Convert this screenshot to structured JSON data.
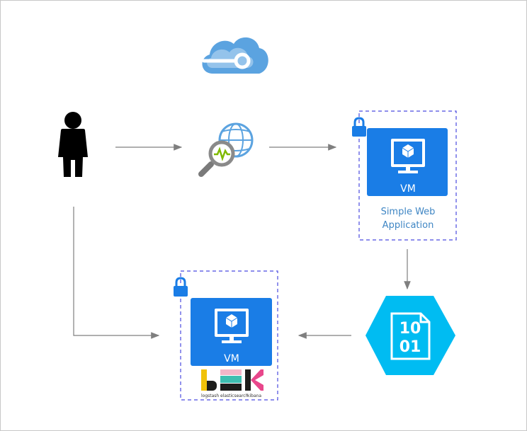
{
  "nodes": {
    "vm_web": {
      "badge": "VM",
      "caption_line1": "Simple Web",
      "caption_line2": "Application"
    },
    "vm_elk": {
      "badge": "VM"
    },
    "storage": {
      "line1": "10",
      "line2": "01"
    },
    "elk_logo": {
      "sub1": "logstash",
      "sub2": "elasticsearch",
      "sub3": "kibana"
    }
  },
  "colors": {
    "azure_blue": "#1a7de6",
    "cloud_blue": "#5ba3e0",
    "storage_cyan": "#00bcf2",
    "arrow_gray": "#7f7f7f",
    "dash_blue": "#4a4ae0"
  },
  "icons": [
    "azure-cloud-icon",
    "user-icon",
    "traffic-manager-icon",
    "lock-icon",
    "virtual-machine-icon",
    "blob-storage-icon",
    "elk-logo"
  ]
}
